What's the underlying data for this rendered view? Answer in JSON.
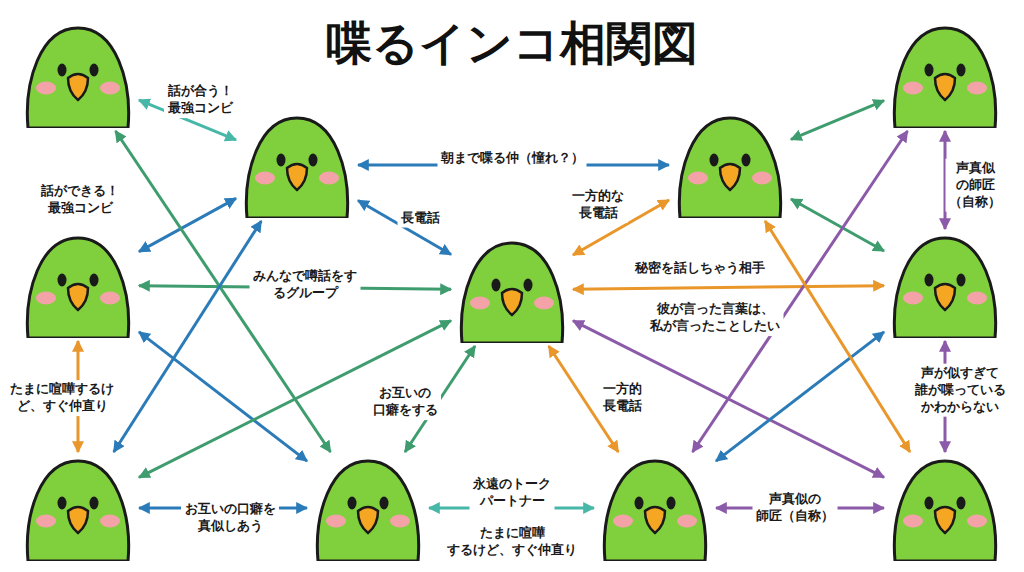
{
  "diagram": {
    "title": "喋るインコ相関図",
    "nodes": [
      {
        "text": []
      },
      {
        "text": []
      },
      {
        "text": []
      },
      {
        "text": []
      },
      {
        "text": []
      },
      {
        "text": []
      },
      {
        "text": []
      },
      {
        "text": []
      },
      {
        "text": []
      },
      {
        "text": []
      },
      {
        "text": []
      }
    ],
    "edges": [
      {
        "from": 0,
        "to": 1,
        "arrow": "both",
        "label": "話が合う！ 最強コンビ"
      },
      {
        "from": 1,
        "to": 4,
        "arrow": "both",
        "label": "話ができる！ 最強コンビ"
      },
      {
        "from": 1,
        "to": 2,
        "arrow": "both",
        "label": "朝まで喋る仲（憧れ？）"
      },
      {
        "from": 1,
        "to": 5,
        "arrow": "both",
        "label": "長電話"
      },
      {
        "from": 4,
        "to": 5,
        "arrow": "both",
        "label": "みんなで噂話をす るグループ"
      },
      {
        "from": 2,
        "to": 5,
        "arrow": "both",
        "label": "一方的な 長電話"
      },
      {
        "from": 5,
        "to": 6,
        "arrow": "both",
        "label": "秘密を話しちゃう相手"
      },
      {
        "from": 5,
        "to": 10,
        "arrow": "both",
        "label": "彼が言った言葉は、 私が言ったことしたい"
      },
      {
        "from": 4,
        "to": 7,
        "arrow": "both",
        "label": "たまに喧嘩するけ ど、すぐ仲直り"
      },
      {
        "from": 7,
        "to": 8,
        "arrow": "both",
        "label": "お互いの口癖を 真似しあう"
      },
      {
        "from": 8,
        "to": 9,
        "arrow": "both",
        "label": "永遠のトーク パートナー"
      },
      {
        "from": 5,
        "to": 8,
        "arrow": "both",
        "label": "お互いの 口癖をする"
      },
      {
        "from": 5,
        "to": 9,
        "arrow": "both",
        "label": "一方的 長電話"
      },
      {
        "from": 3,
        "to": 6,
        "arrow": "both",
        "label": "声真似 の師匠 （自称）"
      },
      {
        "from": 6,
        "to": 10,
        "arrow": "both",
        "label": "声が似すぎて 誰が喋っている かわからない"
      },
      {
        "from": 9,
        "to": 10,
        "arrow": "both",
        "label": "声真似の 師匠（自称）"
      },
      {
        "from": 2,
        "to": 3,
        "arrow": "both"
      },
      {
        "from": 2,
        "to": 6,
        "arrow": "both"
      },
      {
        "from": 0,
        "to": 8,
        "arrow": "both"
      },
      {
        "from": 4,
        "to": 8,
        "arrow": "both"
      },
      {
        "from": 7,
        "to": 1,
        "arrow": "both"
      },
      {
        "from": 7,
        "to": 5,
        "arrow": "both"
      },
      {
        "from": 9,
        "to": 3,
        "arrow": "both"
      },
      {
        "from": 9,
        "to": 6,
        "arrow": "both"
      },
      {
        "from": 10,
        "to": 2,
        "arrow": "both"
      }
    ],
    "labels": [
      "たまに喧嘩 するけど、すぐ仲直り"
    ]
  }
}
